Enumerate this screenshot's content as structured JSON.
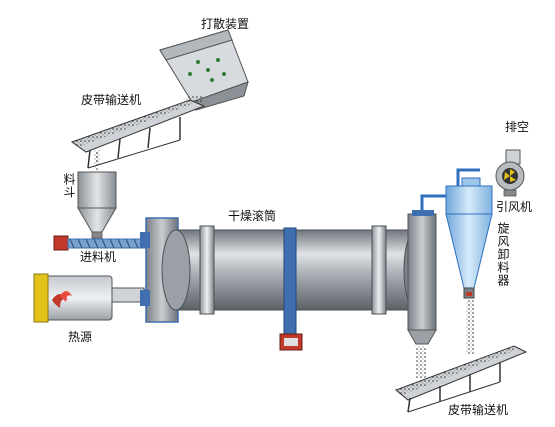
{
  "diagram": {
    "labels": {
      "scatter_device": "打散装置",
      "belt_conveyor_top": "皮带输送机",
      "hopper": "料斗",
      "feeder": "进料机",
      "heat_source": "热源",
      "dryer_drum": "干燥滚筒",
      "exhaust": "排空",
      "induced_fan": "引风机",
      "cyclone": "旋风卸料器",
      "belt_conveyor_bottom": "皮带输送机"
    },
    "colors": {
      "drum_body": "#8f959c",
      "drum_light": "#dfe3e6",
      "frame_blue": "#3f6fb0",
      "duct_blue": "#2f6fc0",
      "cyclone_blue": "#9cc7ea",
      "motor_red": "#c0392b",
      "heater_yellow": "#e3c21a"
    }
  }
}
